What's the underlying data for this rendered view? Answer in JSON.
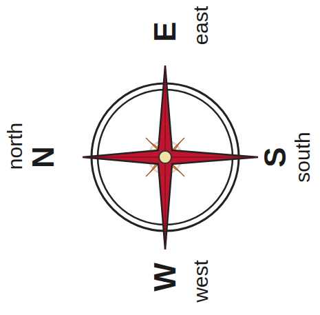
{
  "diagram": {
    "labels": [
      "E",
      "east",
      "N",
      "north",
      "S",
      "south",
      "W",
      "west"
    ]
  }
}
